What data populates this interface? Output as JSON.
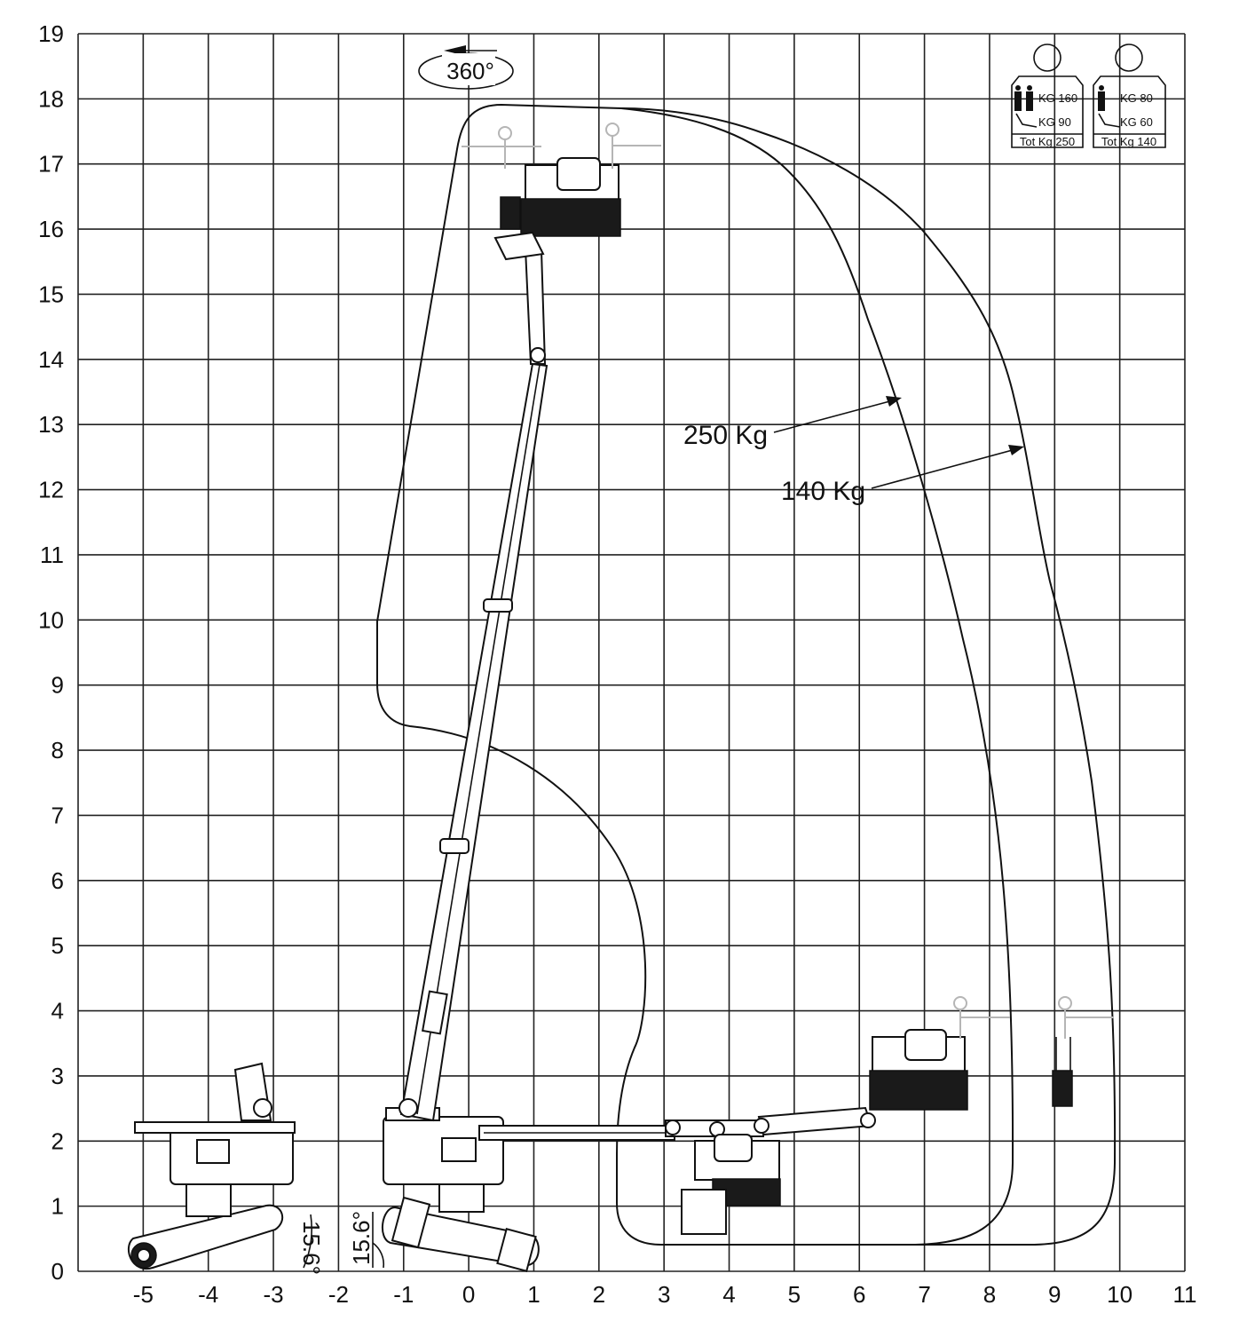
{
  "chart_data": {
    "type": "diagram",
    "x_ticks": [
      "-5",
      "-4",
      "-3",
      "-2",
      "-1",
      "0",
      "1",
      "2",
      "3",
      "4",
      "5",
      "6",
      "7",
      "8",
      "9",
      "10",
      "11"
    ],
    "y_ticks": [
      "0",
      "1",
      "2",
      "3",
      "4",
      "5",
      "6",
      "7",
      "8",
      "9",
      "10",
      "11",
      "12",
      "13",
      "14",
      "15",
      "16",
      "17",
      "18",
      "19"
    ],
    "xlim": [
      -6,
      11
    ],
    "ylim": [
      0,
      19
    ],
    "grid": true,
    "rotation_label": "360°",
    "envelopes": [
      {
        "name": "250 Kg",
        "label": "250 Kg"
      },
      {
        "name": "140 Kg",
        "label": "140 Kg"
      }
    ],
    "slope_angle_labels": [
      "15.6°",
      "15.6°"
    ],
    "load_panels": [
      {
        "line1": "KG 160",
        "line2": "KG 90",
        "total": "Tot Kg 250"
      },
      {
        "line1": "KG 80",
        "line2": "KG 60",
        "total": "Tot Kg 140"
      }
    ]
  }
}
